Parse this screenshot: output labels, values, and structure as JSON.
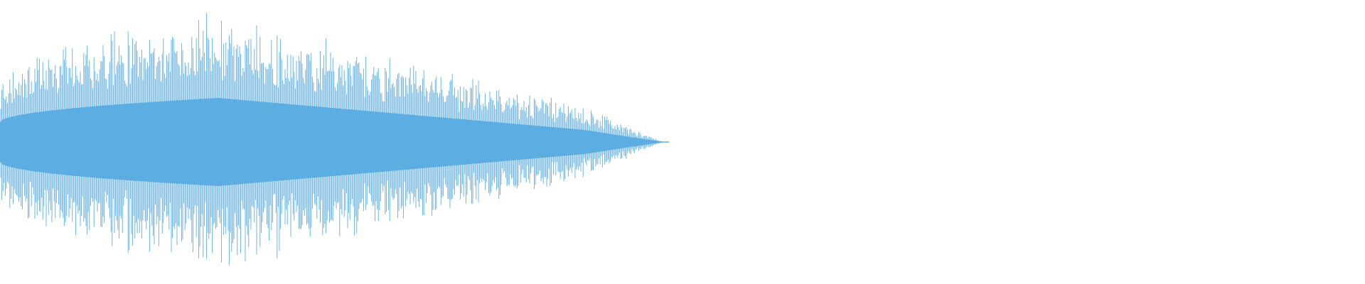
{
  "waveform": {
    "color": "#5dade2",
    "played_fraction": 0.0,
    "audio_extent_fraction": 0.486,
    "envelope": {
      "peak_position_fraction": 0.16,
      "peak_amplitude": 0.47,
      "start_amplitude": 0.21,
      "near_end_amplitude": 0.08,
      "end_amplitude": 0.0
    }
  }
}
